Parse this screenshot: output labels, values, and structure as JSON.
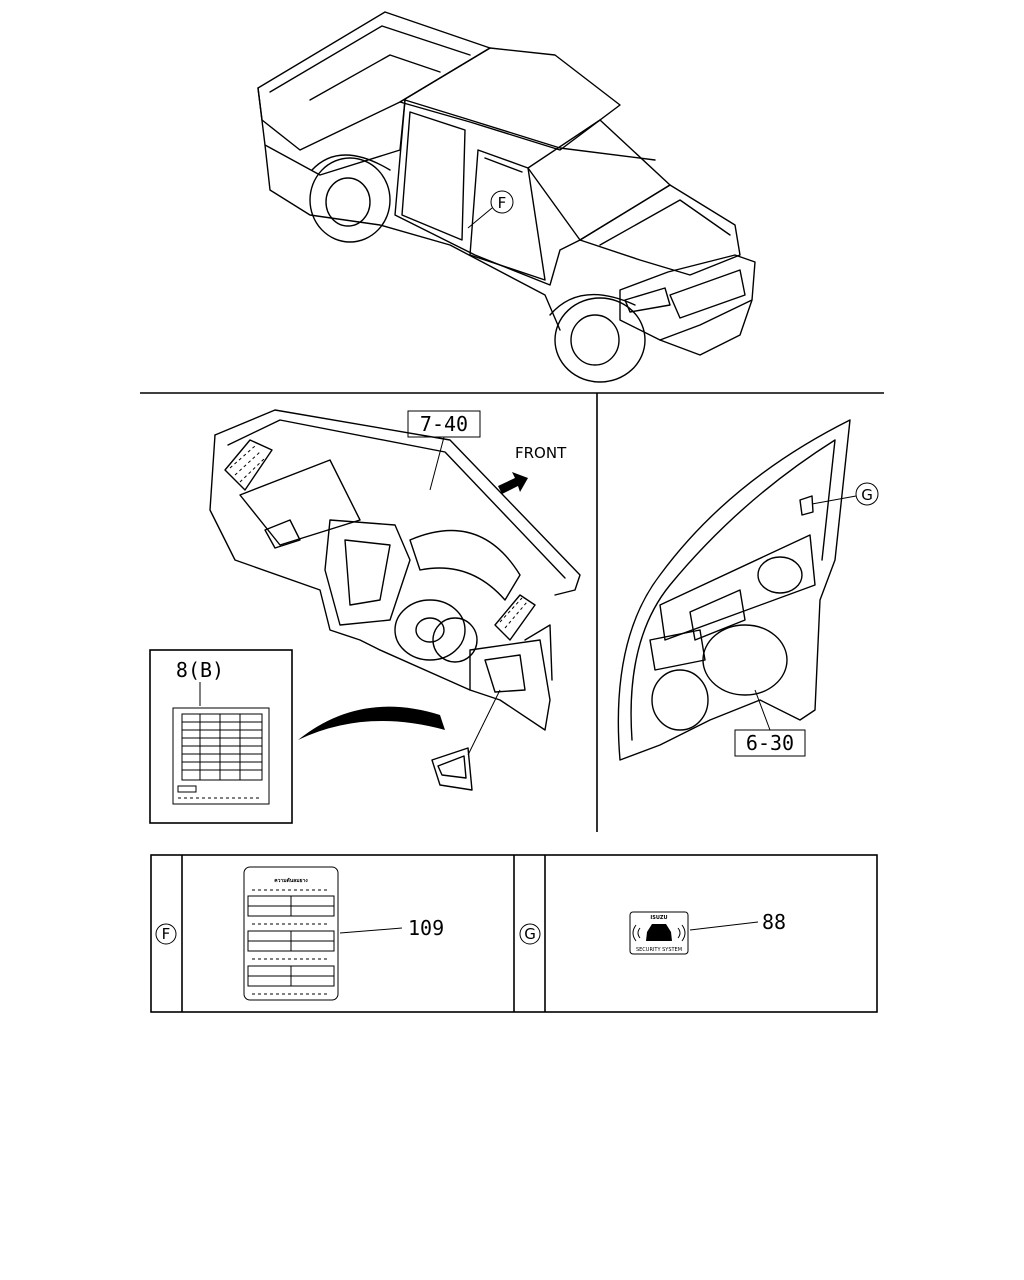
{
  "callouts": {
    "truck_f": "F",
    "dash_part": "7-40",
    "front": "FRONT",
    "fuse_label": "8(B)",
    "door_part": "6-30",
    "door_g": "G"
  },
  "detail_f": {
    "marker": "F",
    "label_heading": "ความดันลมยาง",
    "part": "109"
  },
  "detail_g": {
    "marker": "G",
    "part": "88",
    "sticker_top": "ISUZU",
    "sticker_bottom": "SECURITY SYSTEM"
  }
}
